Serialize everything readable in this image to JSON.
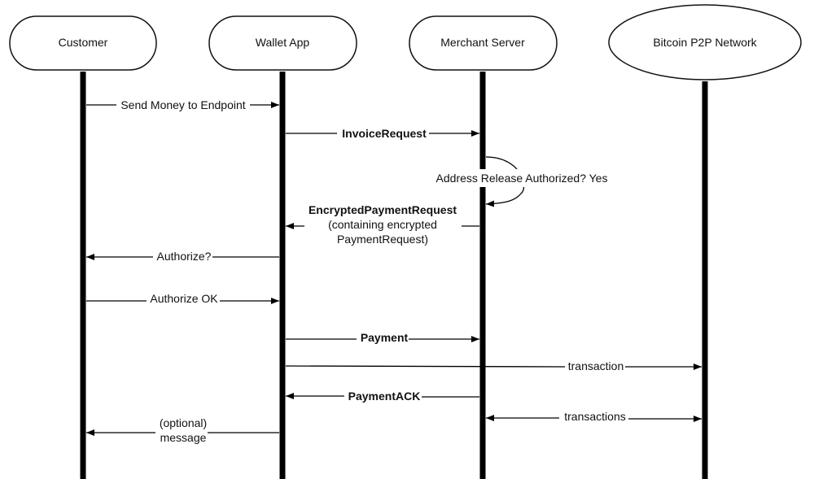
{
  "diagram": {
    "type": "sequence",
    "participants": [
      {
        "id": "customer",
        "label": "Customer",
        "shape": "stadium"
      },
      {
        "id": "wallet",
        "label": "Wallet App",
        "shape": "stadium"
      },
      {
        "id": "merchant",
        "label": "Merchant Server",
        "shape": "stadium"
      },
      {
        "id": "network",
        "label": "Bitcoin P2P Network",
        "shape": "ellipse"
      }
    ],
    "messages": [
      {
        "from": "customer",
        "to": "wallet",
        "lines": [
          "Send Money to Endpoint"
        ],
        "bold": false
      },
      {
        "from": "wallet",
        "to": "merchant",
        "lines": [
          "InvoiceRequest"
        ],
        "bold": true
      },
      {
        "from": "merchant",
        "to": "merchant",
        "lines": [
          "Address Release Authorized? Yes"
        ],
        "bold": false,
        "self": true
      },
      {
        "from": "merchant",
        "to": "wallet",
        "lines": [
          "EncryptedPaymentRequest",
          "(containing encrypted",
          "PaymentRequest)"
        ],
        "bold_first_line": true
      },
      {
        "from": "wallet",
        "to": "customer",
        "lines": [
          "Authorize?"
        ],
        "bold": false
      },
      {
        "from": "customer",
        "to": "wallet",
        "lines": [
          "Authorize OK"
        ],
        "bold": false
      },
      {
        "from": "wallet",
        "to": "merchant",
        "lines": [
          "Payment"
        ],
        "bold": true
      },
      {
        "from": "wallet",
        "to": "network",
        "lines": [
          "transaction"
        ],
        "bold": false
      },
      {
        "from": "merchant",
        "to": "wallet",
        "lines": [
          "PaymentACK"
        ],
        "bold": true
      },
      {
        "from": "merchant",
        "to": "network",
        "lines": [
          "transactions"
        ],
        "bold": false,
        "bidirectional": true
      },
      {
        "from": "wallet",
        "to": "customer",
        "lines": [
          "(optional)",
          "message"
        ],
        "bold": false
      }
    ]
  }
}
